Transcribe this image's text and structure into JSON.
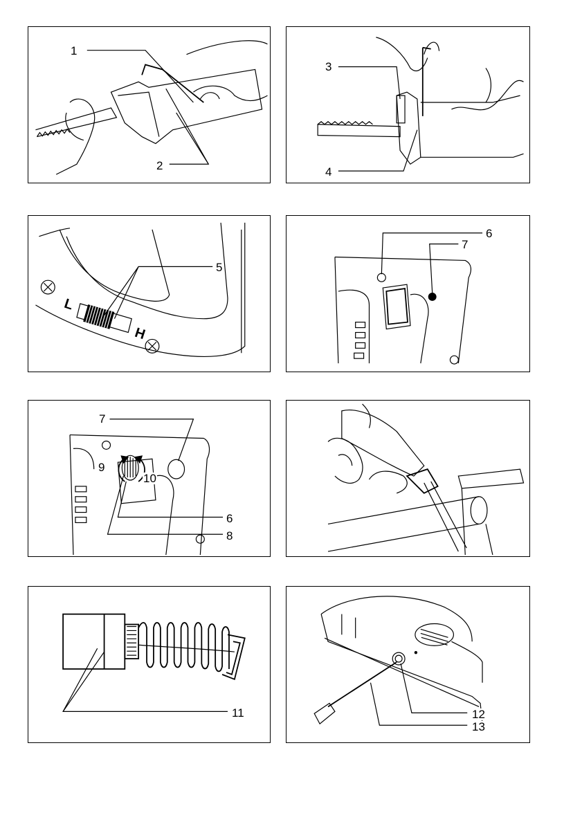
{
  "figures": [
    {
      "id": "fig1",
      "callouts": [
        "1",
        "2"
      ]
    },
    {
      "id": "fig2",
      "callouts": [
        "3",
        "4"
      ]
    },
    {
      "id": "fig3",
      "callouts": [
        "5"
      ],
      "markings": [
        "L",
        "H"
      ]
    },
    {
      "id": "fig4",
      "callouts": [
        "6",
        "7"
      ]
    },
    {
      "id": "fig5",
      "callouts": [
        "7",
        "9",
        "10",
        "6",
        "8"
      ]
    },
    {
      "id": "fig6",
      "callouts": []
    },
    {
      "id": "fig7",
      "callouts": [
        "11"
      ]
    },
    {
      "id": "fig8",
      "callouts": [
        "12",
        "13"
      ]
    }
  ]
}
